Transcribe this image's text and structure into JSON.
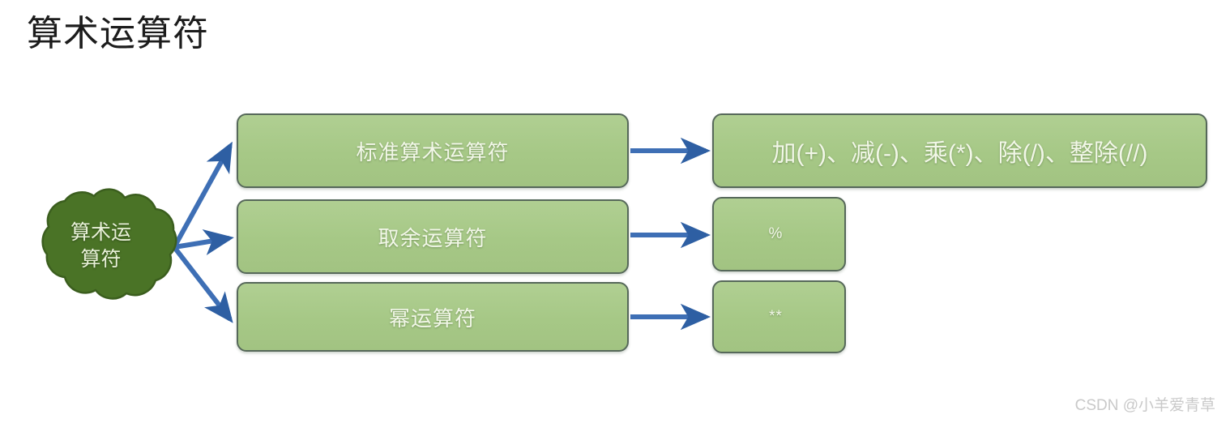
{
  "page": {
    "title": "算术运算符",
    "background_color": "#ffffff"
  },
  "colors": {
    "box_fill": "#a9ca8a",
    "box_border": "#56685a",
    "box_text": "#f2f7e8",
    "cloud_fill": "#4a7326",
    "cloud_border": "#3c5f1f",
    "cloud_text": "#e8f0d8",
    "arrow": "#3e6fb5",
    "title_text": "#1c1c1c",
    "watermark_text": "#c9c9c9"
  },
  "diagram": {
    "root": {
      "label_line1": "算术运",
      "label_line2": "算符",
      "shape": "cloud"
    },
    "branches": [
      {
        "category": "标准算术运算符",
        "detail": "加(+)、减(-)、乘(*)、除(/)、整除(//)"
      },
      {
        "category": "取余运算符",
        "detail": "%"
      },
      {
        "category": "幂运算符",
        "detail": "**"
      }
    ]
  },
  "watermark": {
    "text": "CSDN @小羊爱青草"
  }
}
